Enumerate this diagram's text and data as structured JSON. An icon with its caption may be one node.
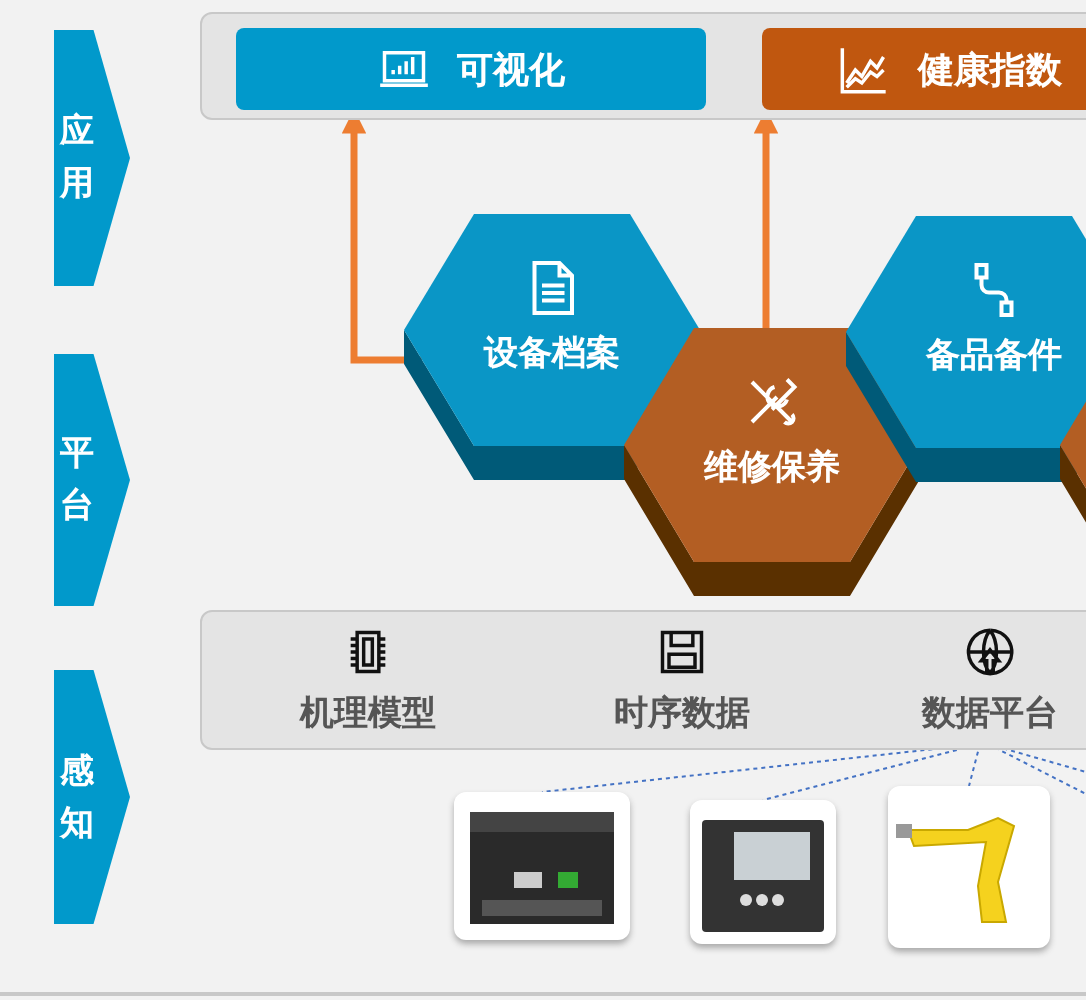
{
  "diagram": {
    "nodes": [
      {
        "text": [
          "应用"
        ]
      },
      {
        "text": [
          "平台"
        ]
      },
      {
        "text": [
          "感知"
        ]
      },
      {
        "text": [],
        "shape": "box"
      },
      {
        "text": [
          "可视化"
        ],
        "in": 3
      },
      {
        "text": [
          "健康指数"
        ],
        "in": 3
      },
      {
        "text": [
          "设备档案"
        ]
      },
      {
        "text": [
          "维修保养"
        ]
      },
      {
        "text": [
          "备品备件"
        ]
      },
      {
        "text": [],
        "shape": "hexagon"
      },
      {
        "text": [],
        "shape": "box"
      },
      {
        "text": [
          "机理模型"
        ],
        "in": 10
      },
      {
        "text": [
          "时序数据"
        ],
        "in": 10
      },
      {
        "text": [
          "数据平台"
        ],
        "in": 10
      },
      {
        "text": [],
        "shape": "picture"
      },
      {
        "text": [],
        "shape": "picture"
      },
      {
        "text": [],
        "shape": "picture"
      }
    ],
    "edges": [
      {
        "from": 6,
        "to": 4,
        "arrow": "to",
        "style": "thick",
        "color": "#ed7d31"
      },
      {
        "from": 7,
        "to": 5,
        "arrow": "to",
        "style": "thick",
        "color": "#ed7d31"
      },
      {
        "from": 13,
        "to": 14,
        "arrow": "none",
        "style": "dashed"
      },
      {
        "from": 13,
        "to": 15,
        "arrow": "none",
        "style": "dashed"
      },
      {
        "from": 13,
        "to": 16,
        "arrow": "none",
        "style": "dashed"
      },
      {
        "from": 13,
        "to": null,
        "arrow": "none",
        "style": "dashed"
      },
      {
        "from": 13,
        "to": null,
        "arrow": "none",
        "style": "dashed"
      }
    ]
  }
}
